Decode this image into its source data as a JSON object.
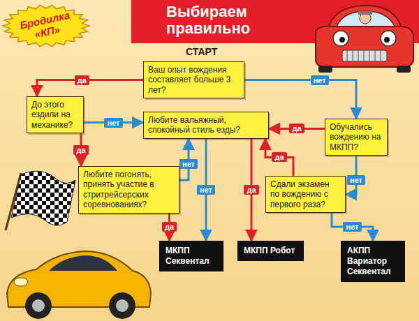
{
  "diagram": {
    "title": "Выбираем правильно",
    "nodes": [
      {
        "text": [
          "Бродилка «КП»"
        ]
      },
      {
        "text": [
          "Ваш опыт вождения составляет больше 3 лет?"
        ]
      },
      {
        "text": [
          "До этого ездили на механике?"
        ]
      },
      {
        "text": [
          "Любите вальяжный, спокойный стиль езды?"
        ]
      },
      {
        "text": [
          "Обучались вождению на МКПП?"
        ]
      },
      {
        "text": [
          "Любите погонять, принять участие в стритрейсерских соревнованиях?"
        ]
      },
      {
        "text": [
          "Сдали экзамен по вождению с первого раза?"
        ]
      },
      {
        "text": [
          "МКПП Секвентал"
        ]
      },
      {
        "text": [
          "МКПП Робот"
        ]
      },
      {
        "text": [
          "АКПП Вариатор Секвентал"
        ]
      }
    ],
    "edges": [
      {
        "from": 1,
        "to": 2,
        "label": "да",
        "arrow": "to"
      },
      {
        "from": 1,
        "to": 4,
        "label": "нет",
        "arrow": "to"
      },
      {
        "from": 2,
        "to": 3,
        "label": "нет",
        "arrow": "to"
      },
      {
        "from": 2,
        "to": 5,
        "label": "да",
        "arrow": "to"
      },
      {
        "from": 4,
        "to": 3,
        "label": "да",
        "arrow": "to"
      },
      {
        "from": 4,
        "to": 6,
        "label": "нет",
        "arrow": "to"
      },
      {
        "from": 6,
        "to": 3,
        "label": "да",
        "arrow": "to"
      },
      {
        "from": 6,
        "to": 9,
        "label": "нет",
        "arrow": "to"
      },
      {
        "from": 5,
        "to": 7,
        "label": "да",
        "arrow": "to"
      },
      {
        "from": 5,
        "to": 3,
        "label": "нет",
        "arrow": "to"
      },
      {
        "from": 3,
        "to": 7,
        "label": "нет",
        "arrow": "to"
      },
      {
        "from": 3,
        "to": 8,
        "label": "да",
        "arrow": "to"
      }
    ],
    "labels": [
      "СТАРТ"
    ]
  }
}
